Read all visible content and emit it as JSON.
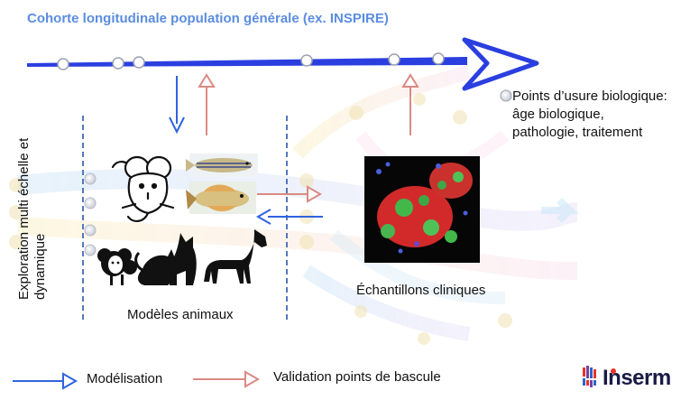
{
  "title": "Cohorte longitudinale population générale (ex. INSPIRE)",
  "legend_points": {
    "line1": "Points d’usure biologique:",
    "line2": "âge biologique,",
    "line3": "pathologie, traitement"
  },
  "vertical_label": {
    "line1": "Exploration multi échelle et",
    "line2": "dynamique"
  },
  "animal_models_label": "Modèles animaux",
  "clinical_samples_label": "Échantillons cliniques",
  "legend": {
    "modeling": "Modélisation",
    "validation": "Validation points de bascule"
  },
  "logo": {
    "text": "Inserm"
  },
  "colors": {
    "cohort_arrow": "#2b3fe0",
    "modeling_arrow": "#2f63e0",
    "validation_arrow": "#d98a84",
    "dashed_line": "#5577bb",
    "title": "#5b8de0"
  },
  "icons": [
    "mouse-icon",
    "zebrafish-icon",
    "killifish-icon",
    "sheep-icon",
    "dog-icon",
    "cat-icon",
    "horse-icon",
    "tissue-image"
  ]
}
